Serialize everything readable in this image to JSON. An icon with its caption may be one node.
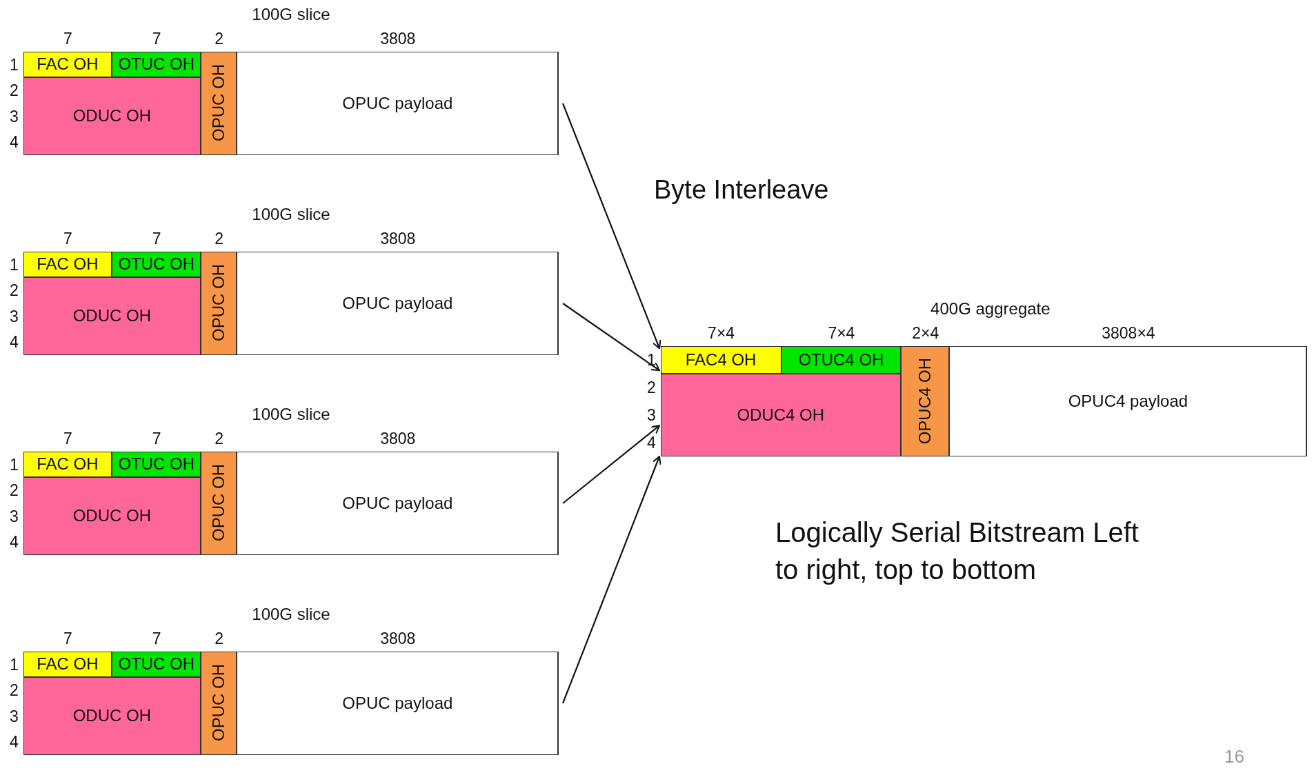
{
  "diagram": {
    "nodes": [
      {
        "text": [
          "100G slice"
        ],
        "beside": [
          "7",
          "7",
          "2",
          "3808",
          "1",
          "2",
          "3",
          "4"
        ]
      },
      {
        "text": [
          "FAC OH"
        ],
        "in": 0
      },
      {
        "text": [
          "OTUC OH"
        ],
        "in": 0
      },
      {
        "text": [
          "ODUC OH"
        ],
        "in": 0
      },
      {
        "text": [
          "OPUC OH"
        ],
        "in": 0
      },
      {
        "text": [
          "OPUC payload"
        ],
        "in": 0
      },
      {
        "text": [
          "100G slice"
        ],
        "beside": [
          "7",
          "7",
          "2",
          "3808",
          "1",
          "2",
          "3",
          "4"
        ]
      },
      {
        "text": [
          "FAC OH"
        ],
        "in": 6
      },
      {
        "text": [
          "OTUC OH"
        ],
        "in": 6
      },
      {
        "text": [
          "ODUC OH"
        ],
        "in": 6
      },
      {
        "text": [
          "OPUC OH"
        ],
        "in": 6
      },
      {
        "text": [
          "OPUC payload"
        ],
        "in": 6
      },
      {
        "text": [
          "100G slice"
        ],
        "beside": [
          "7",
          "7",
          "2",
          "3808",
          "1",
          "2",
          "3",
          "4"
        ]
      },
      {
        "text": [
          "FAC OH"
        ],
        "in": 12
      },
      {
        "text": [
          "OTUC OH"
        ],
        "in": 12
      },
      {
        "text": [
          "ODUC OH"
        ],
        "in": 12
      },
      {
        "text": [
          "OPUC OH"
        ],
        "in": 12
      },
      {
        "text": [
          "OPUC payload"
        ],
        "in": 12
      },
      {
        "text": [
          "100G slice"
        ],
        "beside": [
          "7",
          "7",
          "2",
          "3808",
          "1",
          "2",
          "3",
          "4"
        ]
      },
      {
        "text": [
          "FAC OH"
        ],
        "in": 18
      },
      {
        "text": [
          "OTUC OH"
        ],
        "in": 18
      },
      {
        "text": [
          "ODUC OH"
        ],
        "in": 18
      },
      {
        "text": [
          "OPUC OH"
        ],
        "in": 18
      },
      {
        "text": [
          "OPUC payload"
        ],
        "in": 18
      },
      {
        "text": [
          "400G aggregate"
        ],
        "beside": [
          "7×4",
          "7×4",
          "2×4",
          "3808×4",
          "1",
          "2",
          "3",
          "4"
        ]
      },
      {
        "text": [
          "FAC4 OH"
        ],
        "in": 24
      },
      {
        "text": [
          "OTUC4 OH"
        ],
        "in": 24
      },
      {
        "text": [
          "ODUC4 OH"
        ],
        "in": 24
      },
      {
        "text": [
          "OPUC4 OH"
        ],
        "in": 24
      },
      {
        "text": [
          "OPUC4 payload"
        ],
        "in": 24
      }
    ],
    "edges": [
      {
        "from": 0,
        "to": 24,
        "arrow": "to"
      },
      {
        "from": 6,
        "to": 24,
        "arrow": "to"
      },
      {
        "from": 12,
        "to": 24,
        "arrow": "to"
      },
      {
        "from": 18,
        "to": 24,
        "arrow": "to"
      }
    ],
    "labels": [
      "Byte Interleave",
      "Logically Serial Bitstream Left to right, top to bottom",
      "16"
    ]
  }
}
